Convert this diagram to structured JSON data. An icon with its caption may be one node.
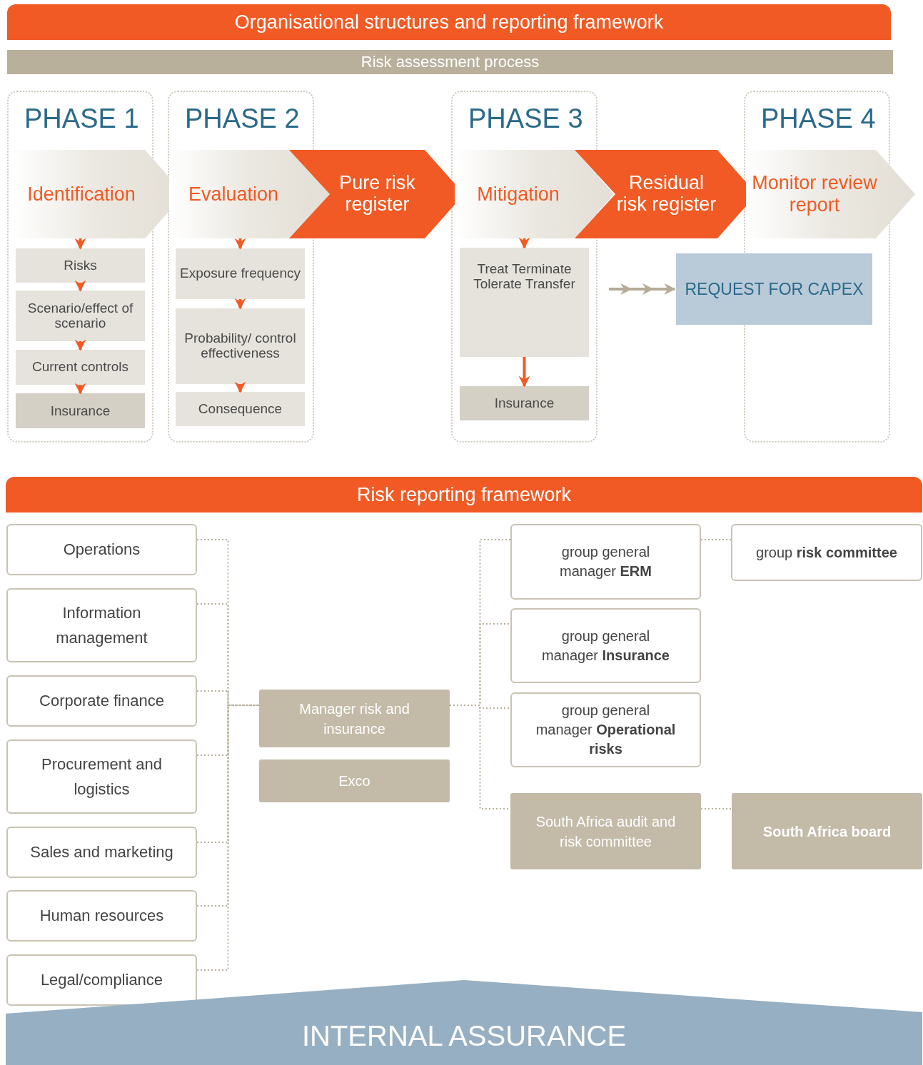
{
  "diagram": {
    "nodes": [
      {
        "text": [
          "Organisational structures and reporting framework"
        ]
      },
      {
        "text": [
          "Risk assessment process"
        ]
      },
      {
        "text": [
          "PHASE 1"
        ]
      },
      {
        "text": [
          "PHASE 2"
        ]
      },
      {
        "text": [
          "PHASE 3"
        ]
      },
      {
        "text": [
          "PHASE 4"
        ]
      },
      {
        "text": [
          "Identification"
        ]
      },
      {
        "text": [
          "Risks"
        ],
        "in": 2
      },
      {
        "text": [
          "Scenario/effect of scenario"
        ],
        "in": 2
      },
      {
        "text": [
          "Current controls"
        ],
        "in": 2
      },
      {
        "text": [
          "Insurance"
        ],
        "in": 2
      },
      {
        "text": [
          "Evaluation"
        ]
      },
      {
        "text": [
          "Pure risk register"
        ]
      },
      {
        "text": [
          "Exposure frequency"
        ],
        "in": 3
      },
      {
        "text": [
          "Probability/ control effectiveness"
        ],
        "in": 3
      },
      {
        "text": [
          "Consequence"
        ],
        "in": 3
      },
      {
        "text": [
          "Mitigation"
        ]
      },
      {
        "text": [
          "Residual risk register"
        ]
      },
      {
        "text": [
          "Treat Terminate Tolerate Transfer"
        ],
        "in": 4
      },
      {
        "text": [
          "Insurance"
        ],
        "in": 4
      },
      {
        "text": [
          "Monitor review report"
        ]
      },
      {
        "text": [
          "REQUEST FOR CAPEX"
        ]
      },
      {
        "text": [
          "Risk reporting framework"
        ]
      },
      {
        "text": [
          "Operations"
        ]
      },
      {
        "text": [
          "Information management"
        ]
      },
      {
        "text": [
          "Corporate finance"
        ]
      },
      {
        "text": [
          "Procurement and logistics"
        ]
      },
      {
        "text": [
          "Sales and marketing"
        ]
      },
      {
        "text": [
          "Human resources"
        ]
      },
      {
        "text": [
          "Legal/compliance"
        ]
      },
      {
        "text": [
          "Manager risk and insurance"
        ]
      },
      {
        "text": [
          "Exco"
        ]
      },
      {
        "text": [
          "group general manager **ERM**"
        ]
      },
      {
        "text": [
          "group general manager **Insurance**"
        ]
      },
      {
        "text": [
          "group general manager **Operational risks**"
        ]
      },
      {
        "text": [
          "South Africa audit and risk committee"
        ]
      },
      {
        "text": [
          "group **risk committee**"
        ]
      },
      {
        "text": [
          "**South Africa board**"
        ]
      },
      {
        "text": [
          "INTERNAL ASSURANCE"
        ]
      }
    ],
    "edges": [
      {
        "from": 6,
        "to": 7,
        "arrow": "to",
        "color": "#f15a24"
      },
      {
        "from": 7,
        "to": 8,
        "arrow": "to",
        "color": "#f15a24"
      },
      {
        "from": 8,
        "to": 9,
        "arrow": "to",
        "color": "#f15a24"
      },
      {
        "from": 9,
        "to": 10,
        "arrow": "to",
        "color": "#f15a24"
      },
      {
        "from": 11,
        "to": 13,
        "arrow": "to",
        "color": "#f15a24"
      },
      {
        "from": 13,
        "to": 14,
        "arrow": "to",
        "color": "#f15a24"
      },
      {
        "from": 14,
        "to": 15,
        "arrow": "to",
        "color": "#f15a24"
      },
      {
        "from": 16,
        "to": 18,
        "arrow": "to",
        "color": "#f15a24"
      },
      {
        "from": 18,
        "to": 19,
        "arrow": "to",
        "color": "#f15a24"
      },
      {
        "from": 4,
        "to": 21,
        "arrow": "to",
        "color": "#b5ab97"
      },
      {
        "from": 23,
        "to": 30,
        "arrow": "none",
        "style": "dashed"
      },
      {
        "from": 24,
        "to": 30,
        "arrow": "none",
        "style": "dashed"
      },
      {
        "from": 25,
        "to": 30,
        "arrow": "none",
        "style": "dashed"
      },
      {
        "from": 26,
        "to": 30,
        "arrow": "none",
        "style": "dashed"
      },
      {
        "from": 27,
        "to": 30,
        "arrow": "none",
        "style": "dashed"
      },
      {
        "from": 28,
        "to": 30,
        "arrow": "none",
        "style": "dashed"
      },
      {
        "from": 29,
        "to": 30,
        "arrow": "none",
        "style": "dashed"
      },
      {
        "from": 30,
        "to": 32,
        "arrow": "none",
        "style": "dashed"
      },
      {
        "from": 30,
        "to": 33,
        "arrow": "none",
        "style": "dashed"
      },
      {
        "from": 30,
        "to": 34,
        "arrow": "none",
        "style": "dashed"
      },
      {
        "from": 30,
        "to": 35,
        "arrow": "none",
        "style": "dashed"
      },
      {
        "from": 32,
        "to": 36,
        "arrow": "none",
        "style": "dashed"
      },
      {
        "from": 35,
        "to": 37,
        "arrow": "none",
        "style": "dashed"
      }
    ]
  }
}
